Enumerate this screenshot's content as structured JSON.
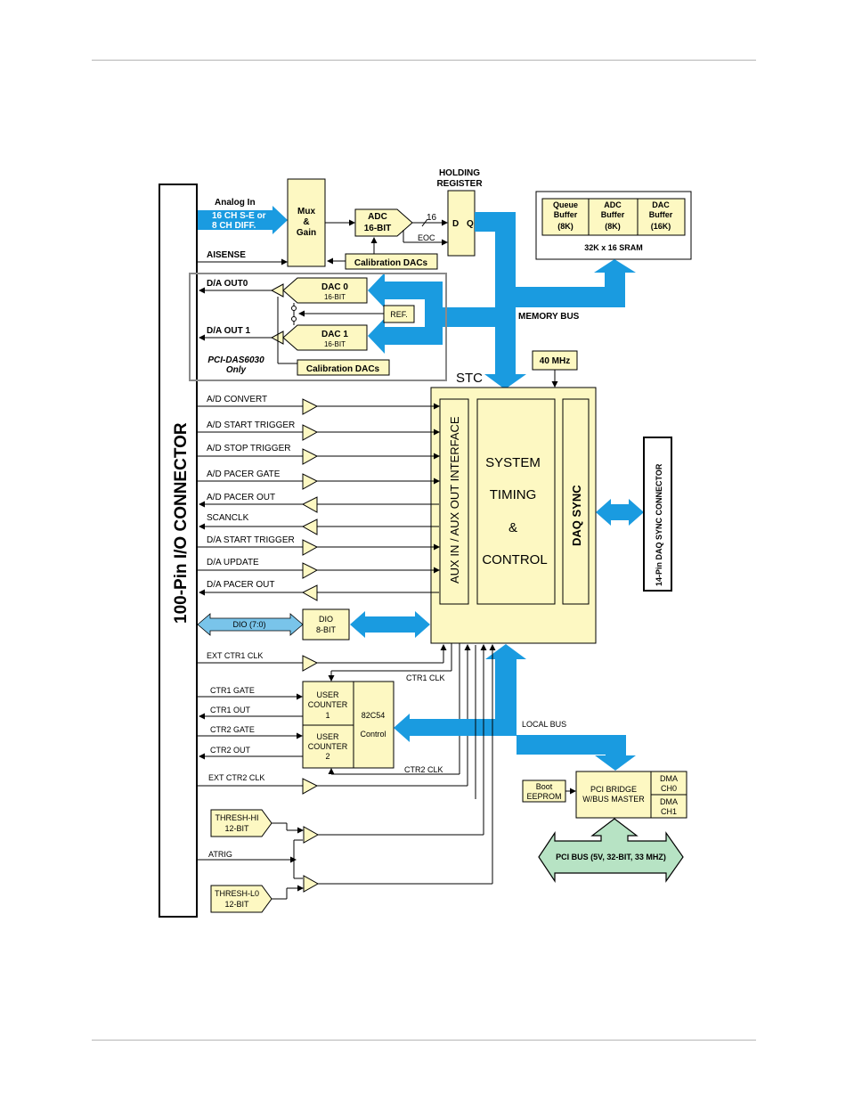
{
  "colors": {
    "block": "#fdf8c2",
    "bus": "#1a9be0",
    "green": "#b7e3c4",
    "dio": "#79c4ea"
  },
  "diagram": {
    "connector_label": "100-Pin I/O CONNECTOR",
    "analog_in": {
      "title": "Analog In",
      "line1": "16 CH S-E or",
      "line2": "8 CH DIFF."
    },
    "aisense": "AISENSE",
    "mux": {
      "l1": "Mux",
      "l2": "&",
      "l3": "Gain"
    },
    "adc": {
      "l1": "ADC",
      "l2": "16-BIT"
    },
    "adc_bits": "16",
    "eoc": "EOC",
    "holding_register": {
      "l1": "HOLDING",
      "l2": "REGISTER"
    },
    "holding_d": "D",
    "holding_q": "Q",
    "calib_dacs_top": "Calibration DACs",
    "sram": {
      "queue1": "Queue",
      "queue2": "Buffer",
      "queue3": "(8K)",
      "adc1": "ADC",
      "adc2": "Buffer",
      "adc3": "(8K)",
      "dac1": "DAC",
      "dac2": "Buffer",
      "dac3": "(16K)",
      "caption": "32K x 16 SRAM"
    },
    "da_out0": "D/A OUT0",
    "da_out1": "D/A OUT 1",
    "dac0": {
      "l1": "DAC 0",
      "l2": "16-BIT"
    },
    "dac1": {
      "l1": "DAC 1",
      "l2": "16-BIT"
    },
    "ref": "REF.",
    "pci_das6030": {
      "l1": "PCI-DAS6030",
      "l2": "Only"
    },
    "calib_dacs_bottom": "Calibration DACs",
    "memory_bus": "MEMORY BUS",
    "clock": "40 MHz",
    "stc": "STC",
    "aux_interface": "AUX IN / AUX OUT INTERFACE",
    "system_timing": {
      "l1": "SYSTEM",
      "l2": "TIMING",
      "l3": "&",
      "l4": "CONTROL"
    },
    "daq_sync": "DAQ SYNC",
    "sync_connector": "14-Pin DAQ SYNC CONNECTOR",
    "signals": {
      "ad_convert": "A/D CONVERT",
      "ad_start_trigger": "A/D START TRIGGER",
      "ad_stop_trigger": "A/D STOP TRIGGER",
      "ad_pacer_gate": "A/D PACER GATE",
      "ad_pacer_out": "A/D PACER OUT",
      "scanclk": "SCANCLK",
      "da_start_trigger": "D/A START TRIGGER",
      "da_update": "D/A UPDATE",
      "da_pacer_out": "D/A PACER OUT"
    },
    "dio_bus": "DIO (7:0)",
    "dio_block": {
      "l1": "DIO",
      "l2": "8-BIT"
    },
    "ext_ctr1_clk": "EXT CTR1 CLK",
    "ctr1_clk": "CTR1 CLK",
    "ctr1_gate": "CTR1 GATE",
    "ctr1_out": "CTR1 OUT",
    "ctr2_gate": "CTR2 GATE",
    "ctr2_out": "CTR2 OUT",
    "ctr2_clk": "CTR2 CLK",
    "ext_ctr2_clk": "EXT CTR2 CLK",
    "user_counter1": {
      "l1": "USER",
      "l2": "COUNTER",
      "l3": "1"
    },
    "user_counter2": {
      "l1": "USER",
      "l2": "COUNTER",
      "l3": "2"
    },
    "counter_chip": {
      "l1": "82C54",
      "l2": "Control"
    },
    "local_bus": "LOCAL BUS",
    "boot_eeprom": {
      "l1": "Boot",
      "l2": "EEPROM"
    },
    "pci_bridge": {
      "l1": "PCI BRIDGE",
      "l2": "W/BUS MASTER"
    },
    "dma0": {
      "l1": "DMA",
      "l2": "CH0"
    },
    "dma1": {
      "l1": "DMA",
      "l2": "CH1"
    },
    "pci_bus": "PCI BUS (5V, 32-BIT, 33 MHZ)",
    "thresh_hi": {
      "l1": "THRESH-HI",
      "l2": "12-BIT"
    },
    "thresh_lo": {
      "l1": "THRESH-L0",
      "l2": "12-BIT"
    },
    "atrig": "ATRIG"
  }
}
